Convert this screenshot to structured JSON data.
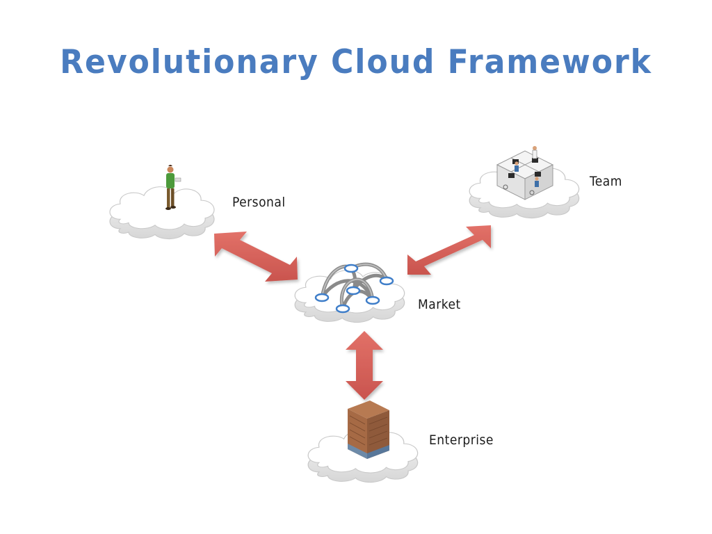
{
  "title": "Revolutionary Cloud Framework",
  "nodes": {
    "personal": {
      "label": "Personal",
      "icon": "person-icon"
    },
    "team": {
      "label": "Team",
      "icon": "office-cubicles-icon"
    },
    "market": {
      "label": "Market",
      "icon": "network-hub-icon"
    },
    "enterprise": {
      "label": "Enterprise",
      "icon": "building-icon"
    }
  },
  "connections": [
    {
      "from": "personal",
      "to": "market",
      "type": "bidirectional-arrow"
    },
    {
      "from": "team",
      "to": "market",
      "type": "bidirectional-arrow"
    },
    {
      "from": "enterprise",
      "to": "market",
      "type": "bidirectional-arrow"
    }
  ],
  "colors": {
    "title": "#4a7cbf",
    "arrow": "#d9635c",
    "cloud_fill": "#ffffff",
    "cloud_edge": "#c8c8c8",
    "hub_ring": "#3f7ec9"
  }
}
